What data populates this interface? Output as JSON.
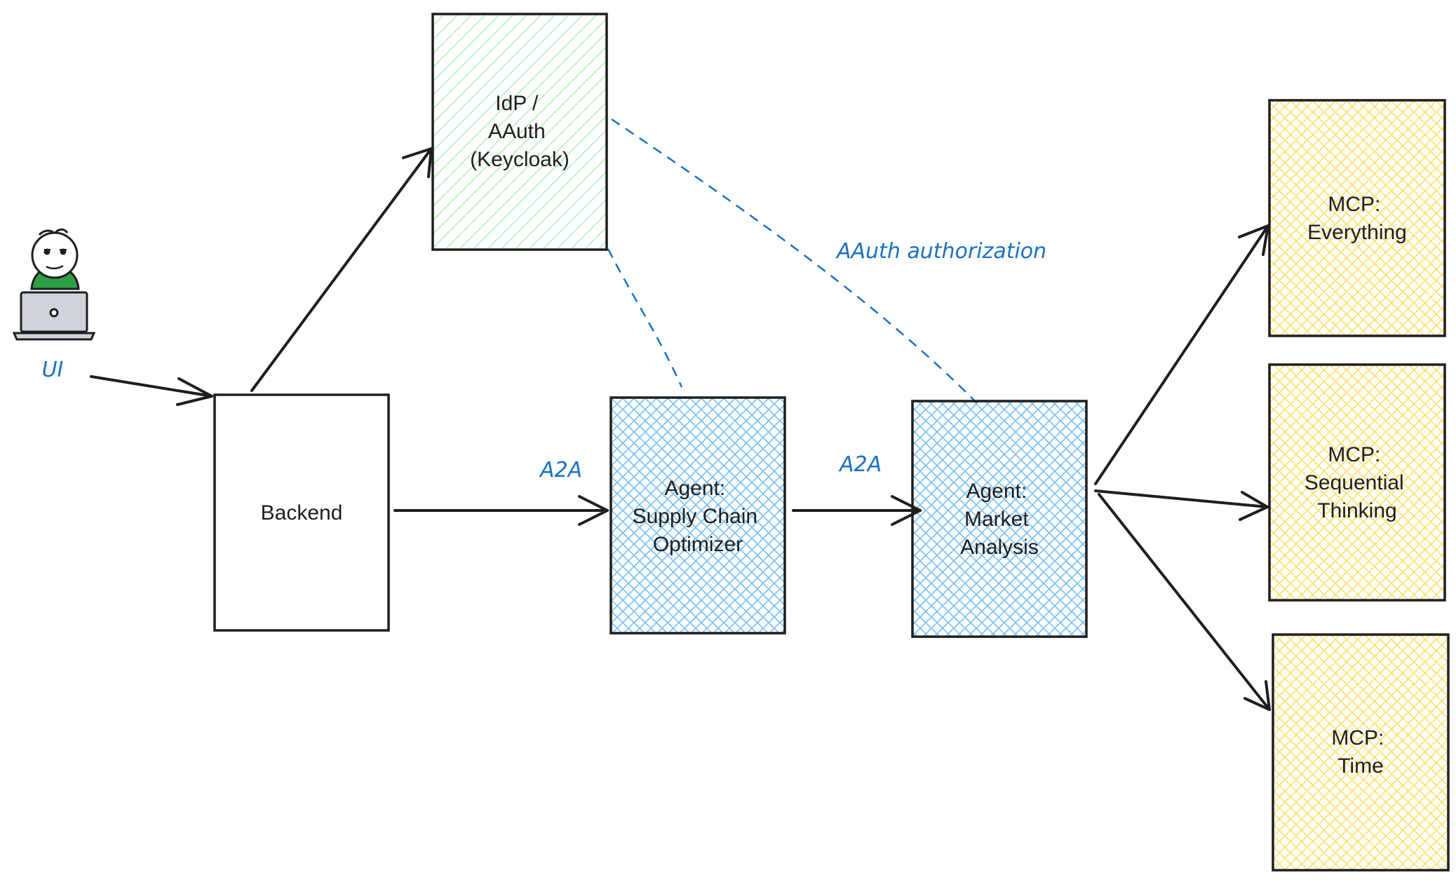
{
  "diagram": {
    "user": {
      "label": "UI"
    },
    "nodes": {
      "idp": {
        "lines": [
          "IdP /",
          "AAuth",
          "(Keycloak)"
        ],
        "fill": "#b2f2bb",
        "stroke": "#1e1e1e"
      },
      "backend": {
        "lines": [
          "Backend"
        ],
        "fill": "#ffffff",
        "stroke": "#1e1e1e"
      },
      "supply_chain": {
        "lines": [
          "Agent:",
          "Supply Chain",
          "Optimizer"
        ],
        "fill": "#a5d8ff",
        "stroke": "#1e1e1e"
      },
      "market_analysis": {
        "lines": [
          "Agent:",
          "Market",
          "Analysis"
        ],
        "fill": "#a5d8ff",
        "stroke": "#1e1e1e"
      },
      "mcp_everything": {
        "lines": [
          "MCP:",
          "Everything"
        ],
        "fill": "#ffec99",
        "stroke": "#1e1e1e"
      },
      "mcp_sequential": {
        "lines": [
          "MCP:",
          "Sequential",
          "Thinking"
        ],
        "fill": "#ffec99",
        "stroke": "#1e1e1e"
      },
      "mcp_time": {
        "lines": [
          "MCP:",
          "Time"
        ],
        "fill": "#ffec99",
        "stroke": "#1e1e1e"
      }
    },
    "edge_labels": {
      "a2a_1": "A2A",
      "a2a_2": "A2A",
      "aauth": "AAuth authorization"
    },
    "colors": {
      "stroke": "#1e1e1e",
      "dashed": "#1971c2",
      "person_shirt": "#2f9e44",
      "laptop": "#ced4da"
    }
  }
}
